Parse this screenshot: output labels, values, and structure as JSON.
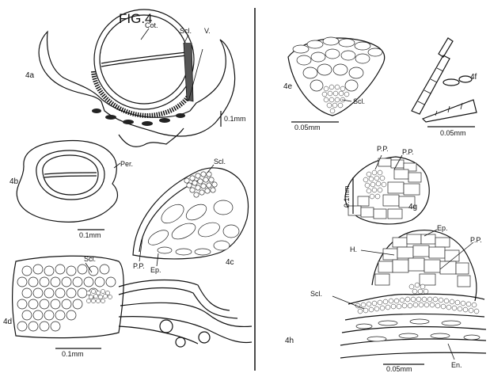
{
  "figure": {
    "title": "FIG.4"
  },
  "panels": {
    "4a": {
      "id": "4a",
      "labels": {
        "cot": "Cot.",
        "scl": "Scl.",
        "v": "V."
      },
      "scale": "0.1mm"
    },
    "4b": {
      "id": "4b",
      "labels": {
        "per": "Per."
      },
      "scale": "0.1mm"
    },
    "4c": {
      "id": "4c",
      "labels": {
        "scl": "Scl.",
        "pp": "P.P.",
        "ep": "Ep."
      }
    },
    "4d": {
      "id": "4d",
      "labels": {
        "scl": "Scl."
      },
      "scale": "0.1mm"
    },
    "4e": {
      "id": "4e",
      "labels": {
        "scl": "Scl."
      },
      "scale": "0.05mm"
    },
    "4f": {
      "id": "4f",
      "scale": "0.05mm"
    },
    "4g": {
      "id": "4g",
      "labels": {
        "pp1": "P.P.",
        "pp2": "P.P."
      },
      "scale": "0.1mm"
    },
    "4h": {
      "id": "4h",
      "labels": {
        "h": "H.",
        "ep": "Ep.",
        "pp": "P.P.",
        "scl": "Scl.",
        "en": "En."
      },
      "scale": "0.05mm"
    }
  },
  "colors": {
    "ink": "#111111",
    "background": "#ffffff"
  }
}
